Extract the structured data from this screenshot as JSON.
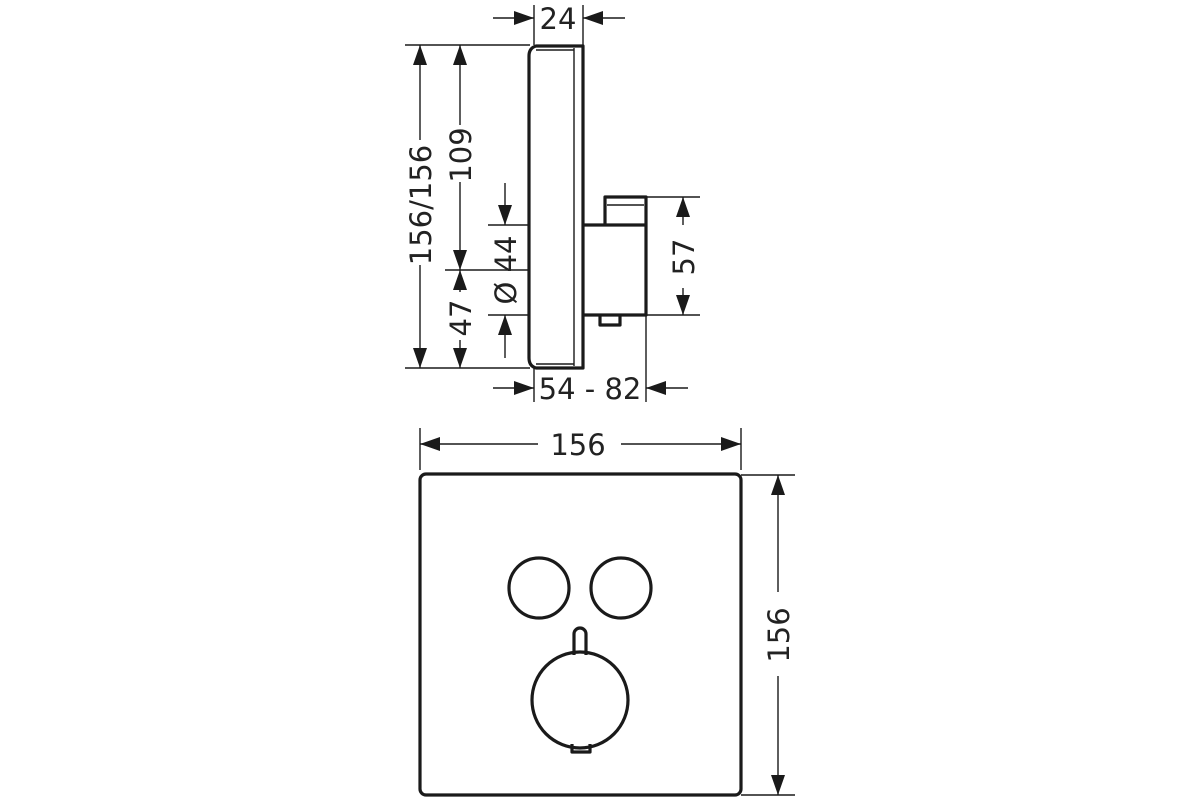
{
  "side_view": {
    "dim_depth_plate": "24",
    "dim_total_height": "156/156",
    "dim_upper": "109",
    "dim_lower": "47",
    "dim_diameter": "Ø 44",
    "dim_box_height": "57",
    "dim_install_depth": "54 - 82"
  },
  "front_view": {
    "dim_width": "156",
    "dim_height": "156"
  },
  "colors": {
    "line": "#1a1a1a",
    "background": "#ffffff"
  }
}
